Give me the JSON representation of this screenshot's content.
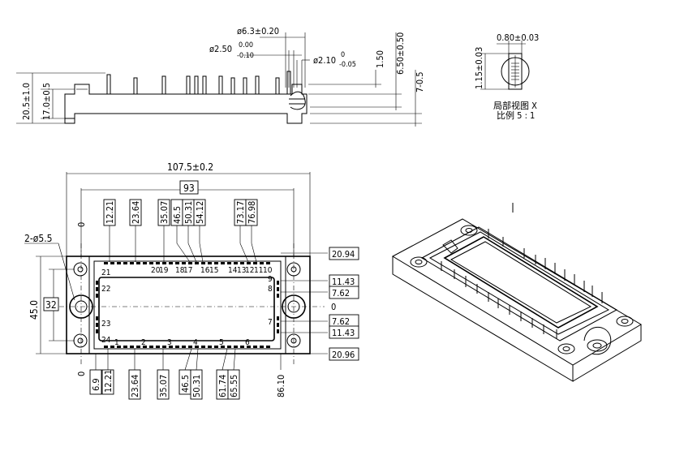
{
  "side_view": {
    "dims": {
      "hole_dia": "ø6.3±0.20",
      "hole_dia2_base": "ø2.50",
      "hole_dia2_tol_up": "0.00",
      "hole_dia2_tol_dn": "-0.10",
      "pin_dia_base": "ø2.10",
      "pin_dia_tol_up": "0",
      "pin_dia_tol_dn": "-0.05",
      "total_height": "20.5±1.0",
      "body_height": "17.0±0.5",
      "d_150": "1.50",
      "d_650": "6.50±0.50",
      "d_7": "7-0.5"
    }
  },
  "detail_view": {
    "width": "0.80±0.03",
    "height": "1.15±0.03",
    "caption_line1": "局部视图 X",
    "caption_line2": "比例 5 : 1"
  },
  "top_view": {
    "overall_width": "107.5±0.2",
    "hole_pitch": "93",
    "mount_holes": "2-ø5.5",
    "overall_height": "45.0",
    "inner_height": "32",
    "zero_top": "0",
    "zero_bottom": "0",
    "zero_right": "0",
    "top_boxes": [
      "12.21",
      "23.64",
      "35.07",
      "46.5",
      "50.31",
      "54.12",
      "73.17",
      "76.98"
    ],
    "top_pin_numbers": [
      "20",
      "19",
      "18",
      "17",
      "16",
      "15",
      "14",
      "13",
      "12",
      "11",
      "10"
    ],
    "left_pin_numbers": [
      "21",
      "22",
      "23",
      "24"
    ],
    "right_pin_numbers": [
      "9",
      "8",
      "7"
    ],
    "bottom_pin_numbers": [
      "1",
      "2",
      "3",
      "4",
      "5",
      "6"
    ],
    "right_boxes": [
      "20.94",
      "11.43",
      "7.62",
      "7.62",
      "11.43",
      "20.96"
    ],
    "bottom_boxes": [
      "6.9",
      "12.21",
      "23.64",
      "35.07",
      "46.5",
      "50.31",
      "61.74",
      "65.55"
    ],
    "bottom_total": "86.10"
  }
}
